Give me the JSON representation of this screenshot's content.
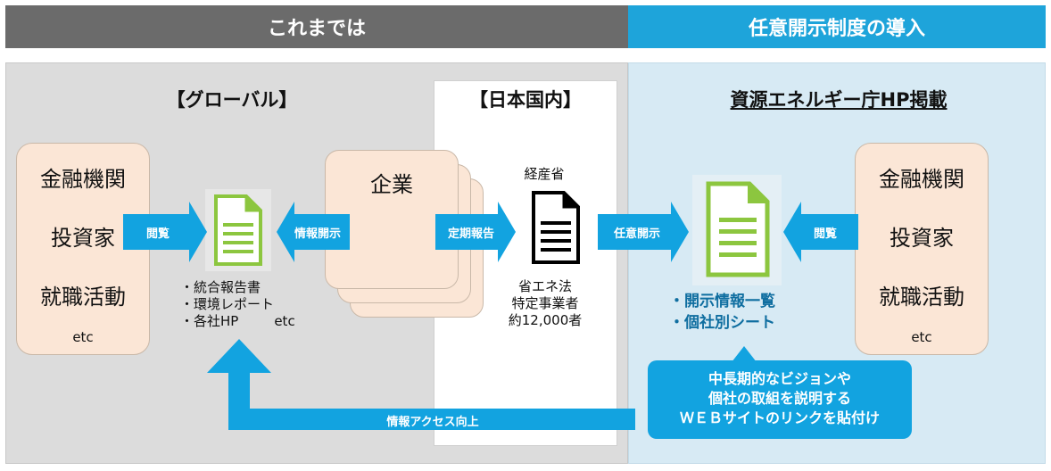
{
  "headers": {
    "left": "これまでは",
    "right": "任意開示制度の導入"
  },
  "sections": {
    "global": "【グローバル】",
    "domestic": "【日本国内】",
    "agency": "資源エネルギー庁HP掲載"
  },
  "stakeholders_left": {
    "finance": "金融機関",
    "investor": "投資家",
    "jobhunt": "就職活動",
    "etc": "etc"
  },
  "stakeholders_right": {
    "finance": "金融機関",
    "investor": "投資家",
    "jobhunt": "就職活動",
    "etc": "etc"
  },
  "company": "企業",
  "ministry": {
    "name": "経産省",
    "law": "省エネ法",
    "operators": "特定事業者",
    "count": "約12,000者"
  },
  "arrows": {
    "browse_left": "閲覧",
    "disclose": "情報開示",
    "periodic": "定期報告",
    "voluntary": "任意開示",
    "browse_right": "閲覧",
    "access": "情報アクセス向上"
  },
  "global_docs": {
    "item1": "・統合報告書",
    "item2": "・環境レポート",
    "item3": "・各社HP",
    "etc": "etc"
  },
  "agency_docs": {
    "item1": "・開示情報一覧",
    "item2": "・個社別シート"
  },
  "callout": {
    "line1": "中長期的なビジョンや",
    "line2": "個社の取組を説明する",
    "line3": "ＷＥＢサイトのリンクを貼付け"
  },
  "colors": {
    "header_gray": "#6b6b6b",
    "header_blue": "#1ea4da",
    "arrow_blue": "#12a3e0",
    "doc_green": "#8cc63f",
    "peach": "#fbe6d6"
  }
}
